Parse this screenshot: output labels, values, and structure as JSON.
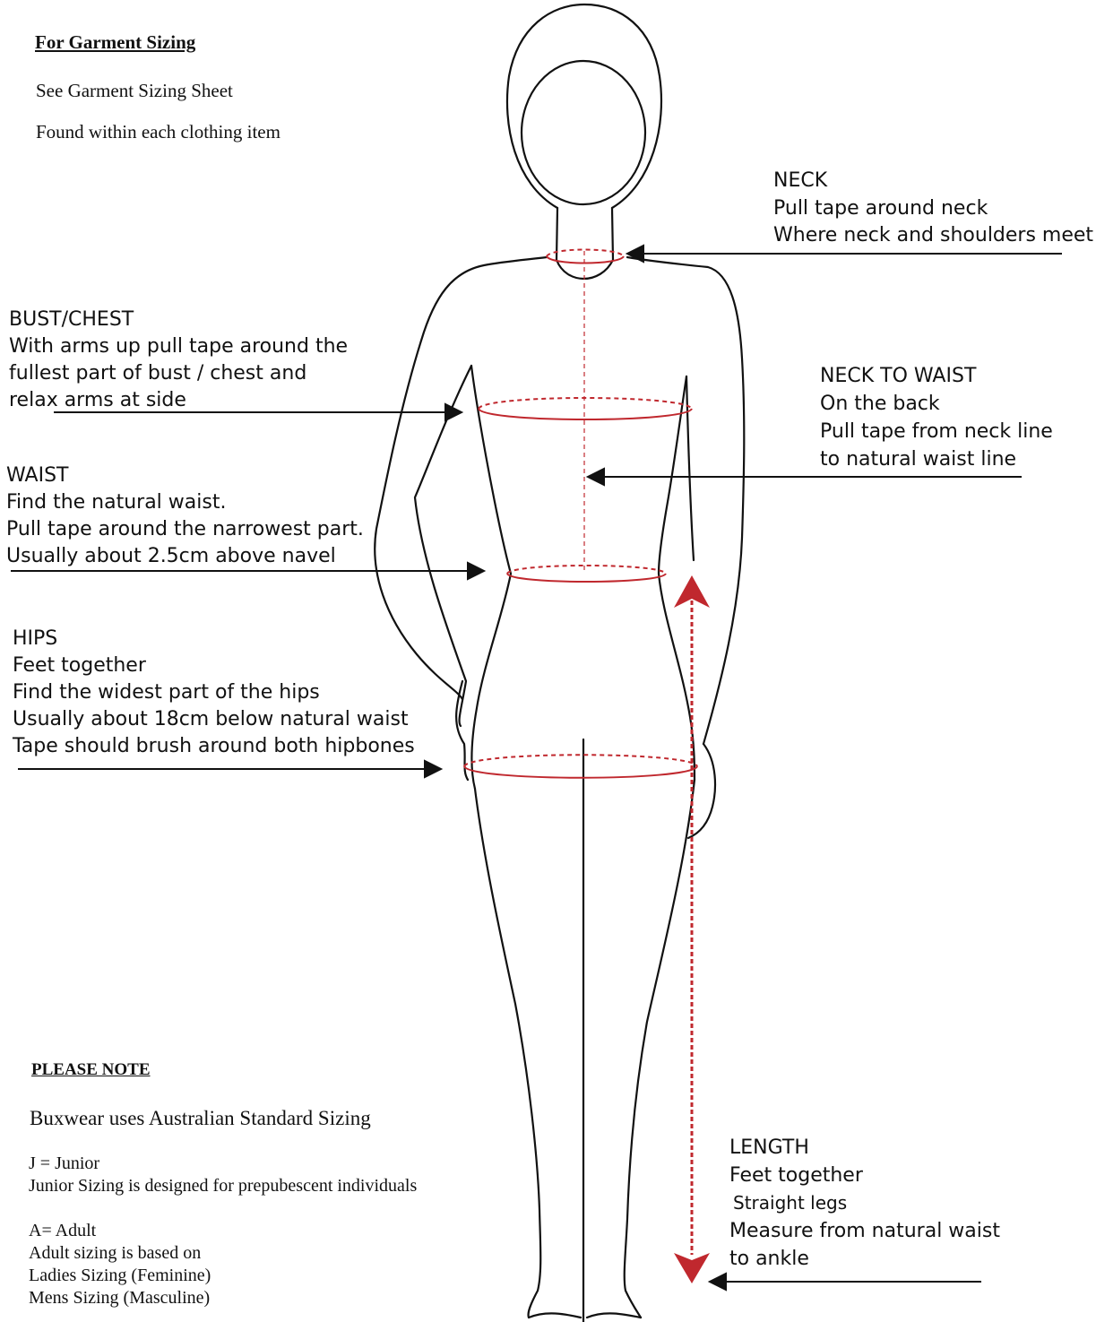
{
  "garment_sizing": {
    "title": "For Garment Sizing",
    "lines": [
      "See Garment Sizing Sheet",
      "Found within each clothing item"
    ]
  },
  "neck": {
    "heading": "NECK",
    "lines": [
      "Pull tape around neck",
      "Where neck and shoulders meet"
    ]
  },
  "bust": {
    "heading": "BUST/CHEST",
    "lines": [
      "With arms up pull tape around the",
      "fullest part of bust / chest and",
      "relax arms at side"
    ]
  },
  "neck_to_waist": {
    "heading": "NECK TO WAIST",
    "lines": [
      "On the back",
      "Pull tape from neck line",
      "to natural waist line"
    ]
  },
  "waist": {
    "heading": "WAIST",
    "lines": [
      "Find the natural waist.",
      "Pull tape around the narrowest part.",
      "Usually about 2.5cm above navel"
    ]
  },
  "hips": {
    "heading": "HIPS",
    "lines": [
      "Feet together",
      "Find the widest part of the hips",
      "Usually about 18cm below natural waist",
      "Tape should brush around both hipbones"
    ]
  },
  "length": {
    "heading": "LENGTH",
    "lines": [
      "Feet together",
      "Straight legs",
      "Measure  from natural waist",
      "to ankle"
    ]
  },
  "please_note": {
    "title": "PLEASE NOTE",
    "standard": "Buxwear uses Australian Standard Sizing",
    "junior_code": "J = Junior",
    "junior_desc": "Junior Sizing is designed for prepubescent individuals",
    "adult_code": "A= Adult",
    "adult_lines": [
      "Adult sizing is based on",
      "Ladies Sizing (Feminine)",
      "Mens Sizing (Masculine)"
    ]
  },
  "colors": {
    "outline": "#111111",
    "tape": "#c0282e",
    "arrow": "#111111"
  }
}
